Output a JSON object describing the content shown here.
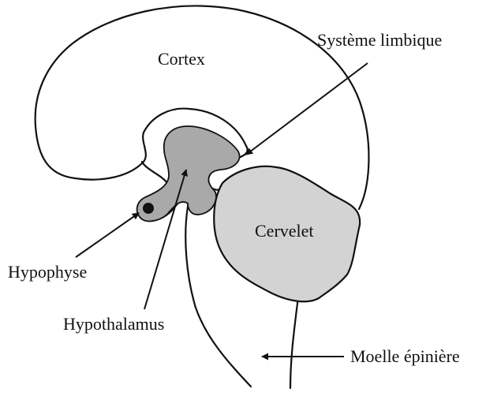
{
  "labels": {
    "cortex": "Cortex",
    "systeme_limbique": "Système limbique",
    "cervelet": "Cervelet",
    "hypophyse": "Hypophyse",
    "hypothalamus": "Hypothalamus",
    "moelle_epiniere": "Moelle épinière"
  },
  "colors": {
    "outline": "#111111",
    "cervelet_fill": "#d3d3d3",
    "hypothalamus_fill": "#a9a9a9",
    "background": "#ffffff"
  }
}
